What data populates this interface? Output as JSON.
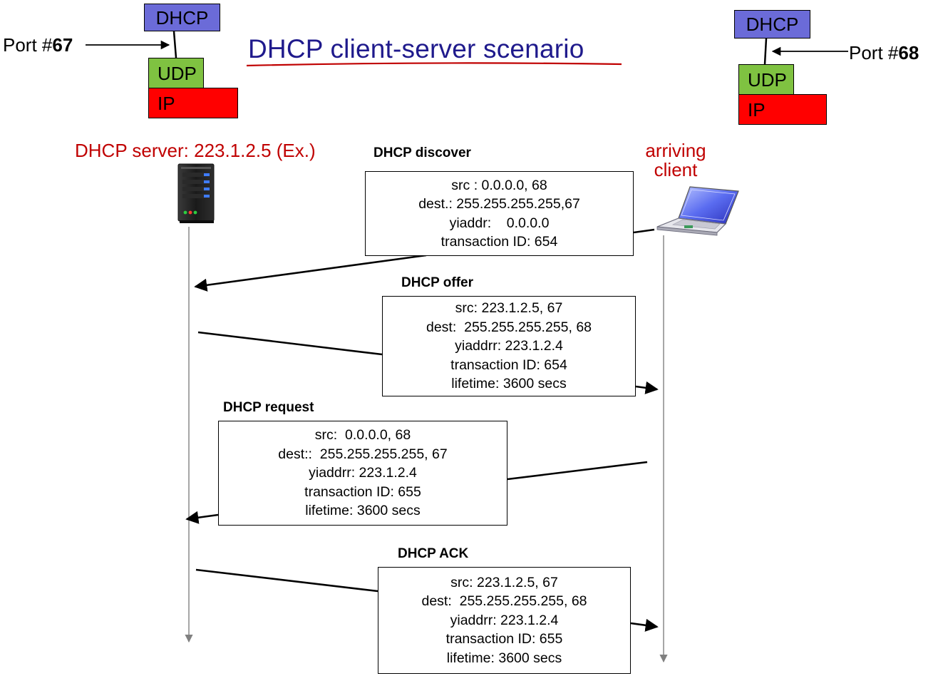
{
  "title": "DHCP client-server scenario",
  "server": {
    "port_label": "Port #",
    "port_number": "67",
    "stack": [
      "DHCP",
      "UDP",
      "IP"
    ],
    "label": "DHCP server: 223.1.2.5 (Ex.)"
  },
  "client": {
    "port_label": "Port #",
    "port_number": "68",
    "stack": [
      "DHCP",
      "UDP",
      "IP"
    ],
    "label_line1": "arriving",
    "label_line2": "client"
  },
  "messages": [
    {
      "name": "DHCP discover",
      "lines": [
        "src : 0.0.0.0, 68",
        "dest.: 255.255.255.255,67",
        "yiaddr:    0.0.0.0",
        "transaction ID: 654"
      ]
    },
    {
      "name": "DHCP offer",
      "lines": [
        "src: 223.1.2.5, 67",
        "dest:  255.255.255.255, 68",
        "yiaddrr: 223.1.2.4",
        "transaction ID: 654",
        "lifetime: 3600 secs"
      ]
    },
    {
      "name": "DHCP request",
      "lines": [
        "src:  0.0.0.0, 68",
        "dest::  255.255.255.255, 67",
        "yiaddrr: 223.1.2.4",
        "transaction ID: 655",
        "lifetime: 3600 secs"
      ]
    },
    {
      "name": "DHCP ACK",
      "lines": [
        "src: 223.1.2.5, 67",
        "dest:  255.255.255.255, 68",
        "yiaddrr: 223.1.2.4",
        "transaction ID: 655",
        "lifetime: 3600 secs"
      ]
    }
  ],
  "colors": {
    "title": "#1f1a8c",
    "title_underline": "#c00000",
    "dhcp_layer": "#6b6bd8",
    "udp_layer": "#7fc241",
    "ip_layer": "#ff0000",
    "role_label": "#c00000",
    "timeline": "#808080"
  },
  "icons": {
    "server": "server-tower-icon",
    "client": "laptop-icon"
  }
}
